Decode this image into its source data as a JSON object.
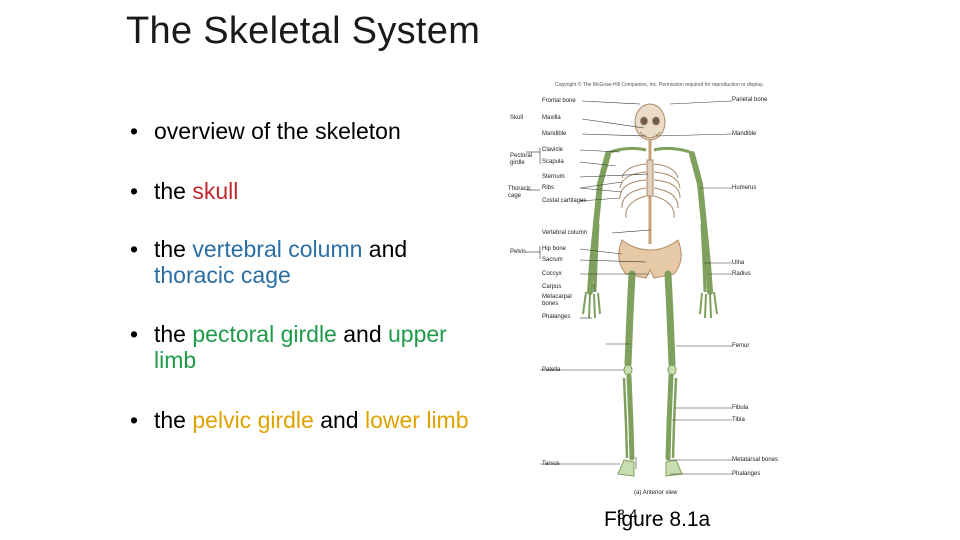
{
  "slide": {
    "title": "The Skeletal System",
    "page_number": "8-4"
  },
  "bullets": [
    {
      "marker": "•",
      "parts": [
        {
          "text": "overview of the skeleton",
          "color": "#000000"
        }
      ]
    },
    {
      "marker": "•",
      "parts": [
        {
          "text": "the ",
          "color": "#000000"
        },
        {
          "text": "skull",
          "color": "#c0272d"
        }
      ]
    },
    {
      "marker": "•",
      "parts": [
        {
          "text": "the ",
          "color": "#000000"
        },
        {
          "text": "vertebral column",
          "color": "#2b6ea3"
        },
        {
          "text": " and ",
          "color": "#000000"
        },
        {
          "text": "thoracic cage",
          "color": "#2b6ea3"
        }
      ]
    },
    {
      "marker": "•",
      "parts": [
        {
          "text": "the ",
          "color": "#000000"
        },
        {
          "text": "pectoral girdle",
          "color": "#1f9a4b"
        },
        {
          "text": " and ",
          "color": "#000000"
        },
        {
          "text": "upper limb",
          "color": "#1f9a4b"
        }
      ]
    },
    {
      "marker": "•",
      "parts": [
        {
          "text": "the ",
          "color": "#000000"
        },
        {
          "text": "pelvic girdle",
          "color": "#e0a200"
        },
        {
          "text": " and ",
          "color": "#000000"
        },
        {
          "text": "lower limb",
          "color": "#e0a200"
        }
      ]
    }
  ],
  "figure": {
    "credit": "Copyright © The McGraw-Hill Companies, Inc. Permission required for reproduction or display.",
    "caption": "(a) Anterior view",
    "figure_label": "Figure 8.1a",
    "labels": {
      "frontal_bone": "Frontal bone",
      "parietal_bone": "Parietal bone",
      "skull": "Skull",
      "maxilla": "Maxilla",
      "mandible_left": "Mandible",
      "mandible_right": "Mandible",
      "pectoral_girdle": "Pectoral girdle",
      "clavicle": "Clavicle",
      "scapula": "Scapula",
      "sternum": "Sternum",
      "thoracic_cage": "Thoracic cage",
      "ribs": "Ribs",
      "humerus": "Humerus",
      "costal_cartilages": "Costal cartilages",
      "vertebral_column": "Vertebral column",
      "pelvis": "Pelvis",
      "hip_bone": "Hip bone",
      "sacrum": "Sacrum",
      "ulna": "Ulna",
      "coccyx": "Coccyx",
      "radius": "Radius",
      "carpus": "Carpus",
      "metacarpal_bones": "Metacarpal bones",
      "phalanges_hand": "Phalanges",
      "femur": "Femur",
      "patella": "Patella",
      "fibula": "Fibula",
      "tibia": "Tibia",
      "metatarsal_bones": "Metatarsal bones",
      "tarsus": "Tarsus",
      "phalanges_foot": "Phalanges"
    }
  },
  "colors": {
    "bone_green": "#c9deb0",
    "bone_stroke": "#7fa15d",
    "axial_bone": "#eadcc8",
    "axial_stroke": "#a88a6a"
  }
}
